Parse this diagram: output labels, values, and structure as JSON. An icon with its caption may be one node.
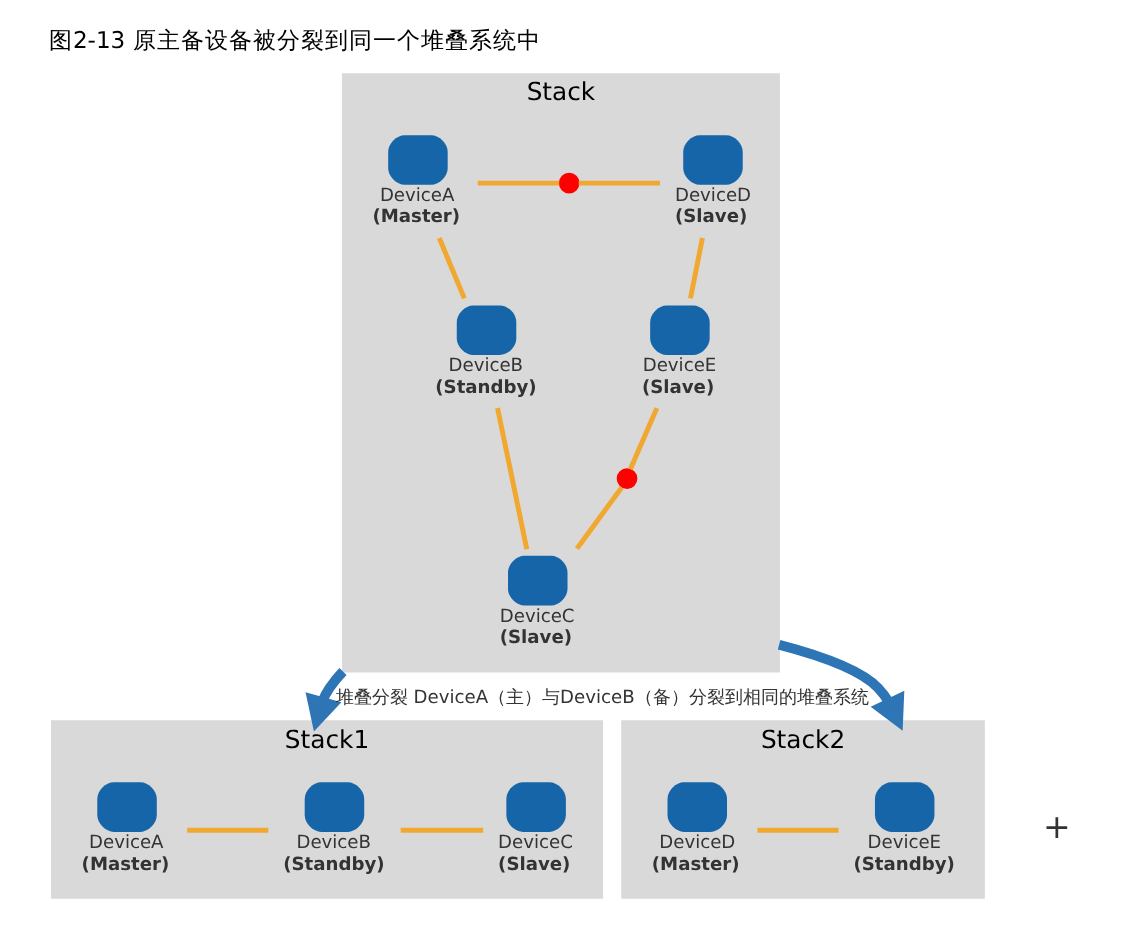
{
  "diagram": {
    "title": "图2-13 原主备设备被分裂到同一个堆叠系统中",
    "nodes": [
      {
        "text": [
          "Stack"
        ]
      },
      {
        "text": [
          "DeviceA",
          "(Master)"
        ],
        "in": 0
      },
      {
        "text": [],
        "shape": "cross",
        "in": 0
      },
      {
        "text": [
          "DeviceD",
          "(Slave)"
        ],
        "in": 0
      },
      {
        "text": [
          "DeviceB",
          "(Standby)"
        ],
        "in": 0
      },
      {
        "text": [
          "DeviceE",
          "(Slave)"
        ],
        "in": 0
      },
      {
        "text": [],
        "shape": "cross",
        "in": 0
      },
      {
        "text": [
          "DeviceC",
          "(Slave)"
        ],
        "in": 0
      },
      {
        "text": [
          "Stack1"
        ]
      },
      {
        "text": [
          "DeviceA",
          "(Master)"
        ],
        "in": 8
      },
      {
        "text": [
          "DeviceB",
          "(Standby)"
        ],
        "in": 8
      },
      {
        "text": [
          "DeviceC",
          "(Slave)"
        ],
        "in": 8
      },
      {
        "text": [
          "Stack2"
        ]
      },
      {
        "text": [
          "DeviceD",
          "(Master)"
        ],
        "in": 12
      },
      {
        "text": [
          "DeviceE",
          "(Standby)"
        ],
        "in": 12
      }
    ],
    "edges": [
      {
        "from": 1,
        "to": 2,
        "arrow": "none"
      },
      {
        "from": 2,
        "to": 3,
        "arrow": "none"
      },
      {
        "from": 1,
        "to": 4,
        "arrow": "none"
      },
      {
        "from": 3,
        "to": 5,
        "arrow": "none"
      },
      {
        "from": 5,
        "to": 6,
        "arrow": "none"
      },
      {
        "from": 6,
        "to": 7,
        "arrow": "none"
      },
      {
        "from": 4,
        "to": 7,
        "arrow": "none"
      },
      {
        "from": 9,
        "to": 10,
        "arrow": "none"
      },
      {
        "from": 10,
        "to": 11,
        "arrow": "none"
      },
      {
        "from": 13,
        "to": 14,
        "arrow": "none"
      },
      {
        "from": 0,
        "to": 8,
        "arrow": "to",
        "style": "thick",
        "color": "#2e75b6",
        "label": "堆叠分裂 DeviceA（主）与DeviceB（备）分裂到相同的堆叠系统"
      },
      {
        "from": 0,
        "to": 12,
        "arrow": "to",
        "style": "thick",
        "color": "#2e75b6"
      }
    ],
    "labels": [
      "+"
    ]
  }
}
